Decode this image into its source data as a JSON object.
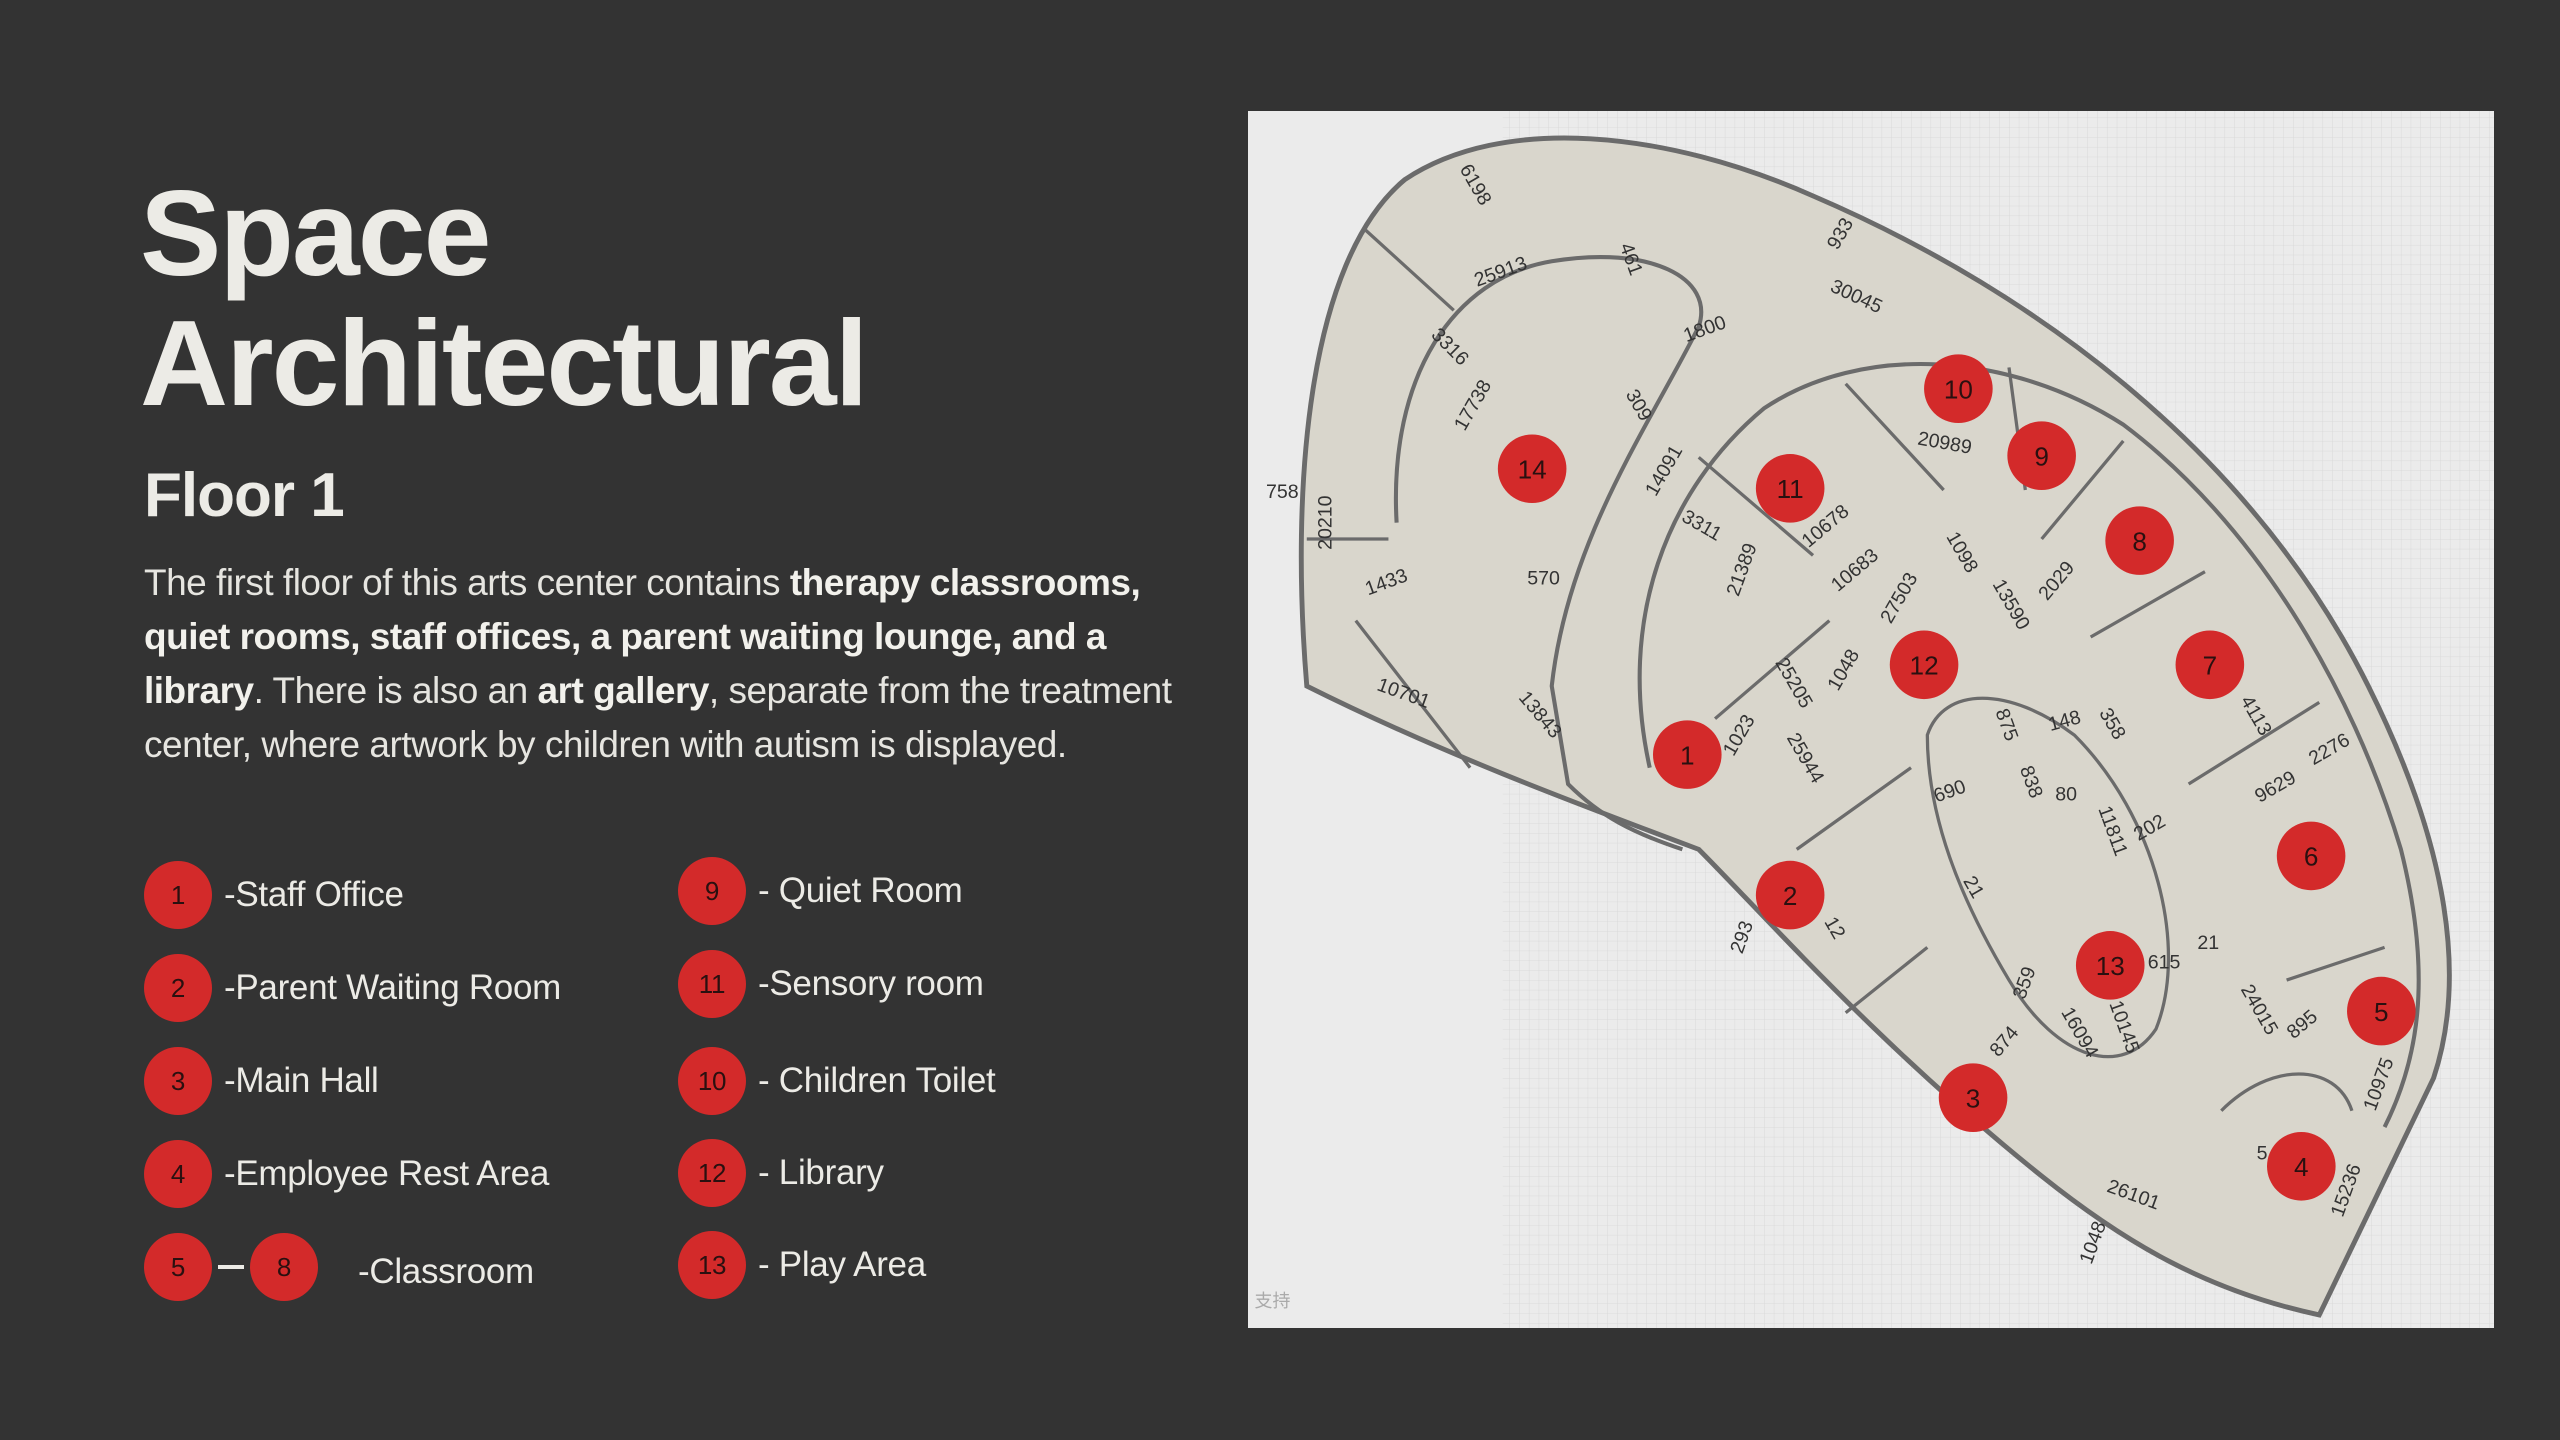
{
  "title_line1": "Space",
  "title_line2": "Architectural",
  "subtitle": "Floor 1",
  "description": {
    "p1": "The first floor of this arts center contains ",
    "b1": "therapy classrooms, quiet rooms, staff offices, a parent waiting lounge, and a library",
    "p2": ". There is also an ",
    "b2": "art gallery",
    "p3": ", separate from the treatment center, where artwork by children with autism is displayed."
  },
  "legend": {
    "left": [
      {
        "num": "1",
        "label": "-Staff Office"
      },
      {
        "num": "2",
        "label": "-Parent Waiting Room"
      },
      {
        "num": "3",
        "label": "-Main Hall"
      },
      {
        "num": "4",
        "label": "-Employee Rest Area"
      }
    ],
    "range": {
      "from": "5",
      "to": "8",
      "label": "-Classroom"
    },
    "right": [
      {
        "num": "9",
        "label": "- Quiet Room"
      },
      {
        "num": "11",
        "label": "-Sensory room"
      },
      {
        "num": "10",
        "label": "- Children Toilet"
      },
      {
        "num": "12",
        "label": "- Library"
      },
      {
        "num": "13",
        "label": "- Play Area"
      }
    ]
  },
  "floorplan": {
    "markers": [
      "14",
      "10",
      "9",
      "11",
      "8",
      "12",
      "7",
      "1",
      "6",
      "2",
      "13",
      "5",
      "3",
      "4"
    ],
    "dimensions": [
      "6198",
      "933",
      "25913",
      "461",
      "30045",
      "1800",
      "3316",
      "17738",
      "309",
      "14091",
      "758",
      "20210",
      "1433",
      "570",
      "3311",
      "21389",
      "10678",
      "20989",
      "10683",
      "27503",
      "1098",
      "13590",
      "2029",
      "10701",
      "13843",
      "25205",
      "1048",
      "1023",
      "25944",
      "875",
      "148",
      "358",
      "4113",
      "9629",
      "2276",
      "690",
      "838",
      "80",
      "11811",
      "202",
      "21",
      "293",
      "12",
      "359",
      "16094",
      "10145",
      "615",
      "21",
      "24015",
      "895",
      "874",
      "10975",
      "26101",
      "1048",
      "5",
      "15236"
    ],
    "watermark": "支持",
    "colors": {
      "floor": "#d9d6cc",
      "wall": "#6b6b6b",
      "marker": "#d32a2a"
    }
  }
}
